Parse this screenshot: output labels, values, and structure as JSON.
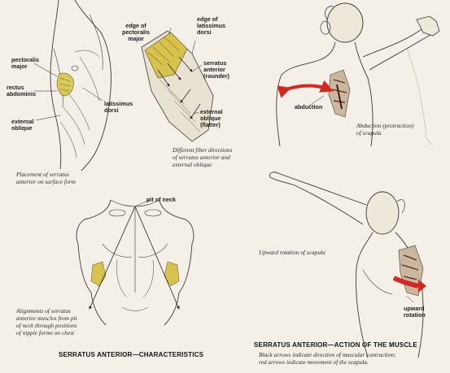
{
  "colors": {
    "paper": "#f4f0e7",
    "ink": "#2b2b2b",
    "serratus": "#d7c24e",
    "muscle": "#8a5a4c",
    "red_arrow": "#d1281f"
  },
  "labels": {
    "pectoralis_major": [
      "pectoralis",
      "major"
    ],
    "rectus_abdominis": [
      "rectus",
      "abdominis"
    ],
    "external_oblique": [
      "external",
      "oblique"
    ],
    "latissimus_dorsi": [
      "latissimus",
      "dorsi"
    ],
    "edge_pectoralis": [
      "edge of",
      "pectoralis",
      "major"
    ],
    "edge_latissimus": [
      "edge of",
      "latissimus",
      "dorsi"
    ],
    "serratus_anterior_rounder": [
      "serratus",
      "anterior",
      "(rounder)"
    ],
    "external_oblique_flatter": [
      "external",
      "oblique",
      "(flatter)"
    ],
    "abduction": "abduction",
    "pit_of_neck": "pit of neck",
    "upward_rotation": [
      "upward",
      "rotation"
    ]
  },
  "captions": {
    "placement": [
      "Placement of serratus",
      "anterior on surface form"
    ],
    "fiber_directions": [
      "Different fiber directions",
      "of serratus anterior and",
      "external oblique"
    ],
    "abduction_caption": [
      "Abduction (protraction)",
      "of scapula"
    ],
    "upward_rotation_caption": "Upward rotation of scapula",
    "alignments": [
      "Alignments of serratus",
      "anterior muscles from pit",
      "of neck through positions",
      "of nipple forms on chest"
    ],
    "arrows_note": [
      "Black arrows indicate direction of muscular contraction;",
      "red arrows indicate movement of the scapula."
    ]
  },
  "headings": {
    "characteristics": "SERRATUS ANTERIOR—CHARACTERISTICS",
    "action": "SERRATUS ANTERIOR—ACTION OF THE MUSCLE"
  }
}
